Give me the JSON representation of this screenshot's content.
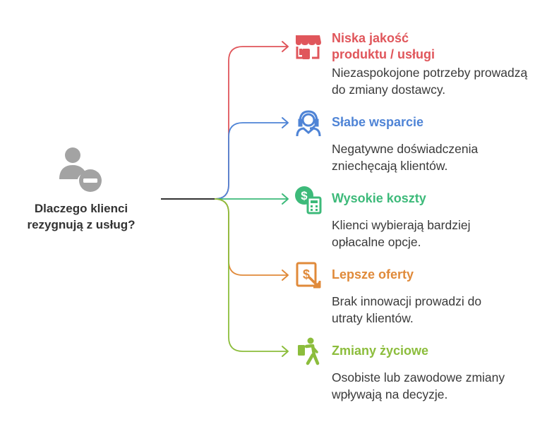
{
  "root": {
    "label": "Dlaczego klienci rezygnują z usług?",
    "icon": "person-minus-icon",
    "color": "#a3a3a3"
  },
  "trunk_color": "#333333",
  "branches": [
    {
      "title": "Niska jakość produktu / usługi",
      "description": "Niezaspokojone potrzeby prowadzą do zmiany dostawcy.",
      "color": "#e0565b",
      "icon": "store-thumbs-down-icon"
    },
    {
      "title": "Słabe wsparcie",
      "description": "Negatywne doświadczenia zniechęcają klientów.",
      "color": "#4f84d6",
      "icon": "support-agent-icon"
    },
    {
      "title": "Wysokie koszty",
      "description": "Klienci wybierają bardziej opłacalne opcje.",
      "color": "#3dba7a",
      "icon": "money-calculator-icon"
    },
    {
      "title": "Lepsze oferty",
      "description": "Brak innowacji prowadzi do utraty klientów.",
      "color": "#e08a3a",
      "icon": "price-drop-document-icon"
    },
    {
      "title": "Zmiany życiowe",
      "description": "Osobiste lub zawodowe zmiany wpływają na decyzje.",
      "color": "#8cbd3c",
      "icon": "walking-person-icon"
    }
  ]
}
